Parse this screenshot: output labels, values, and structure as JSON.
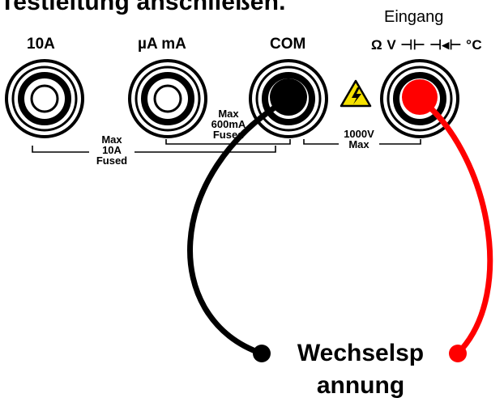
{
  "heading_partial": "Testleitung anschließen.",
  "input_label": "Eingang",
  "jacks": [
    {
      "id": "10a",
      "label": "10A"
    },
    {
      "id": "ua-ma",
      "label": "µA mA"
    },
    {
      "id": "com",
      "label": "COM"
    },
    {
      "id": "input",
      "label": "Ω V ⊣⊢ ⊣◂⊢ °C"
    }
  ],
  "specs": {
    "max_10a": {
      "line1": "Max",
      "line2": "10A",
      "line3": "Fused"
    },
    "max_600ma": {
      "line1": "Max",
      "line2": "600mA",
      "line3": "Fused"
    },
    "max_1000v": {
      "line1": "1000V",
      "line2": "Max"
    }
  },
  "source_label": {
    "line1": "Wechselsp",
    "line2": "annung"
  },
  "colors": {
    "lead_black": "#000000",
    "lead_red": "#ff0000",
    "warning_yellow": "#f5e100"
  },
  "icons": {
    "warning": "high-voltage-warning-icon"
  }
}
